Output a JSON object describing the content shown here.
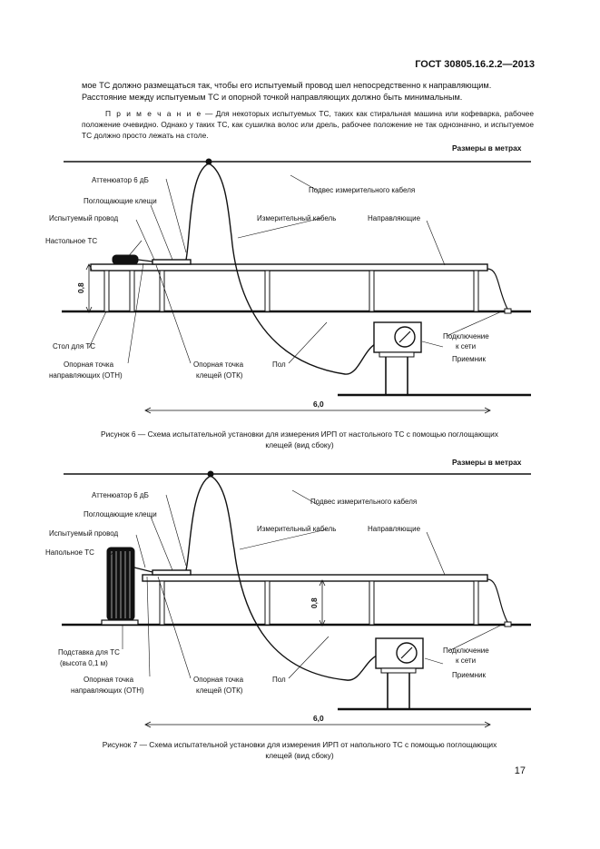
{
  "header": {
    "doc_code": "ГОСТ 30805.16.2.2—2013"
  },
  "para1": {
    "line1": "мое ТС должно размещаться так, чтобы его испытуемый провод шел непосредственно к направляющим.",
    "line2": "Расстояние между испытуемым ТС и опорной точкой направляющих должно быть минимальным."
  },
  "note": {
    "lead": "П р и м е ч а н и е",
    "text": " — Для некоторых испытуемых ТС, таких как стиральная машина или кофеварка, рабочее положение очевидно. Однако у таких ТС, как сушилка волос или дрель, рабочее положение не так однозначно, и испытуемое ТС должно просто лежать на столе."
  },
  "fig6": {
    "units": "Размеры в метрах",
    "labels": {
      "attenuator": "Аттенюатор 6 дБ",
      "clamp": "Поглощающие клещи",
      "lead": "Испытуемый провод",
      "eut": "Настольное ТС",
      "height": "0,8",
      "eut_stand": "Стол для ТС",
      "otn1": "Опорная точка",
      "otn2": "направляющих (ОТН)",
      "otk1": "Опорная точка",
      "otk2": "клещей (ОТК)",
      "floor": "Пол",
      "suspension": "Подвес измерительного кабеля",
      "meas_cable": "Измерительный кабель",
      "guides": "Направляющие",
      "mains1": "Подключение",
      "mains2": "к сети",
      "receiver": "Приемник",
      "length": "6,0"
    },
    "caption1": "Рисунок 6 — Схема испытательной установки для измерения ИРП от настольного ТС с помощью поглощающих",
    "caption2": "клещей (вид сбоку)"
  },
  "fig7": {
    "units": "Размеры в метрах",
    "labels": {
      "attenuator": "Аттенюатор 6 дБ",
      "clamp": "Поглощающие клещи",
      "lead": "Испытуемый провод",
      "eut": "Напольное ТС",
      "height": "0,8",
      "eut_stand1": "Подставка для ТС",
      "eut_stand2": "(высота 0,1 м)",
      "otn1": "Опорная точка",
      "otn2": "направляющих (ОТН)",
      "otk1": "Опорная точка",
      "otk2": "клещей (ОТК)",
      "floor": "Пол",
      "suspension": "Подвес измерительного кабеля",
      "meas_cable": "Измерительный кабель",
      "guides": "Направляющие",
      "mains1": "Подключение",
      "mains2": "к сети",
      "receiver": "Приемник",
      "length": "6,0"
    },
    "caption1": "Рисунок 7 — Схема испытательной установки для измерения ИРП от напольного ТС с помощью поглощающих",
    "caption2": "клещей (вид сбоку)"
  },
  "page_number": "17"
}
